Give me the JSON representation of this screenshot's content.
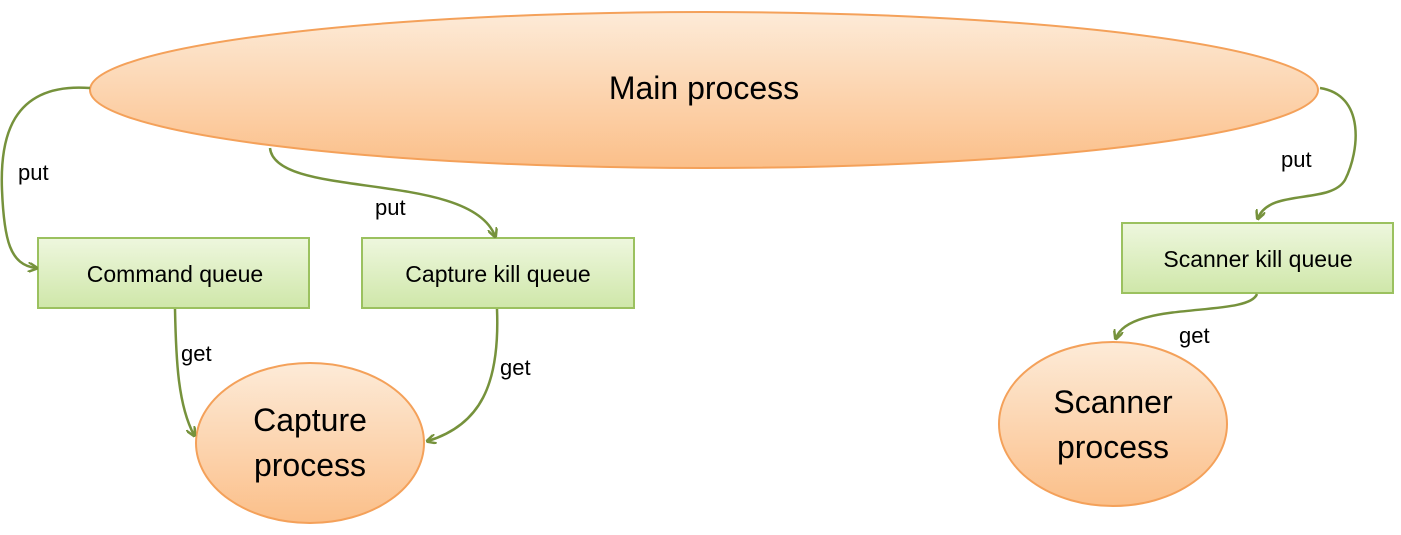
{
  "nodes": {
    "main_process": "Main process",
    "command_queue": "Command queue",
    "capture_kill_queue": "Capture kill queue",
    "scanner_kill_queue": "Scanner kill queue",
    "capture_process_line1": "Capture",
    "capture_process_line2": "process",
    "scanner_process_line1": "Scanner",
    "scanner_process_line2": "process"
  },
  "edges": {
    "main_to_command": "put",
    "main_to_capture_kill": "put",
    "main_to_scanner_kill": "put",
    "command_to_capture": "get",
    "capture_kill_to_capture": "get",
    "scanner_kill_to_scanner": "get"
  },
  "colors": {
    "process_fill_top": "#fdebd8",
    "process_fill_bottom": "#fbbf89",
    "process_stroke": "#f4a15a",
    "queue_fill_top": "#ebf5d8",
    "queue_fill_bottom": "#cfe7a9",
    "queue_stroke": "#9bc15f",
    "arrow": "#76923c"
  }
}
